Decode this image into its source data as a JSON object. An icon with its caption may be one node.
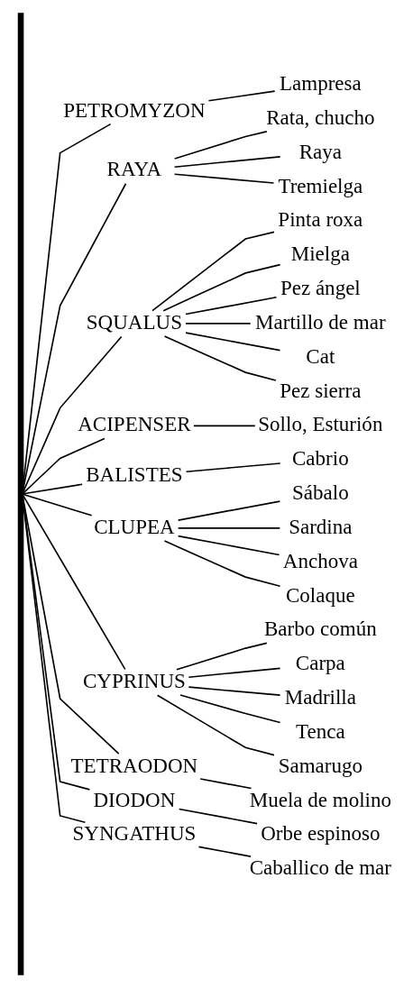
{
  "diagram": {
    "nodes": [
      {
        "text": [],
        "shape": "bar"
      },
      {
        "text": [
          "PETROMYZON"
        ]
      },
      {
        "text": [
          "Lampresa"
        ]
      },
      {
        "text": [
          "RAYA"
        ]
      },
      {
        "text": [
          "Rata, chucho"
        ]
      },
      {
        "text": [
          "Raya"
        ]
      },
      {
        "text": [
          "Tremielga"
        ]
      },
      {
        "text": [
          "SQUALUS"
        ]
      },
      {
        "text": [
          "Pinta roxa"
        ]
      },
      {
        "text": [
          "Mielga"
        ]
      },
      {
        "text": [
          "Pez ángel"
        ]
      },
      {
        "text": [
          "Martillo de mar"
        ]
      },
      {
        "text": [
          "Cat"
        ]
      },
      {
        "text": [
          "Pez sierra"
        ]
      },
      {
        "text": [
          "ACIPENSER"
        ]
      },
      {
        "text": [
          "Sollo, Esturión"
        ]
      },
      {
        "text": [
          "BALISTES"
        ]
      },
      {
        "text": [
          "Cabrio"
        ]
      },
      {
        "text": [
          "CLUPEA"
        ]
      },
      {
        "text": [
          "Sábalo"
        ]
      },
      {
        "text": [
          "Sardina"
        ]
      },
      {
        "text": [
          "Anchova"
        ]
      },
      {
        "text": [
          "Colaque"
        ]
      },
      {
        "text": [
          "CYPRINUS"
        ]
      },
      {
        "text": [
          "Barbo común"
        ]
      },
      {
        "text": [
          "Carpa"
        ]
      },
      {
        "text": [
          "Madrilla"
        ]
      },
      {
        "text": [
          "Tenca"
        ]
      },
      {
        "text": [
          "Samarugo"
        ]
      },
      {
        "text": [
          "TETRAODON"
        ]
      },
      {
        "text": [
          "Muela de molino"
        ]
      },
      {
        "text": [
          "DIODON"
        ]
      },
      {
        "text": [
          "Orbe espinoso"
        ]
      },
      {
        "text": [
          "SYNGATHUS"
        ]
      },
      {
        "text": [
          "Caballico de mar"
        ]
      }
    ],
    "edges": [
      {
        "from": 0,
        "to": 1,
        "arrow": "none"
      },
      {
        "from": 1,
        "to": 2,
        "arrow": "none"
      },
      {
        "from": 0,
        "to": 3,
        "arrow": "none"
      },
      {
        "from": 3,
        "to": 4,
        "arrow": "none"
      },
      {
        "from": 3,
        "to": 5,
        "arrow": "none"
      },
      {
        "from": 3,
        "to": 6,
        "arrow": "none"
      },
      {
        "from": 0,
        "to": 7,
        "arrow": "none"
      },
      {
        "from": 7,
        "to": 8,
        "arrow": "none"
      },
      {
        "from": 7,
        "to": 9,
        "arrow": "none"
      },
      {
        "from": 7,
        "to": 10,
        "arrow": "none"
      },
      {
        "from": 7,
        "to": 11,
        "arrow": "none"
      },
      {
        "from": 7,
        "to": 12,
        "arrow": "none"
      },
      {
        "from": 7,
        "to": 13,
        "arrow": "none"
      },
      {
        "from": 0,
        "to": 14,
        "arrow": "none"
      },
      {
        "from": 14,
        "to": 15,
        "arrow": "none"
      },
      {
        "from": 0,
        "to": 16,
        "arrow": "none"
      },
      {
        "from": 16,
        "to": 17,
        "arrow": "none"
      },
      {
        "from": 0,
        "to": 18,
        "arrow": "none"
      },
      {
        "from": 18,
        "to": 19,
        "arrow": "none"
      },
      {
        "from": 18,
        "to": 20,
        "arrow": "none"
      },
      {
        "from": 18,
        "to": 21,
        "arrow": "none"
      },
      {
        "from": 18,
        "to": 22,
        "arrow": "none"
      },
      {
        "from": 0,
        "to": 23,
        "arrow": "none"
      },
      {
        "from": 23,
        "to": 24,
        "arrow": "none"
      },
      {
        "from": 23,
        "to": 25,
        "arrow": "none"
      },
      {
        "from": 23,
        "to": 26,
        "arrow": "none"
      },
      {
        "from": 23,
        "to": 27,
        "arrow": "none"
      },
      {
        "from": 23,
        "to": 28,
        "arrow": "none"
      },
      {
        "from": 0,
        "to": 29,
        "arrow": "none"
      },
      {
        "from": 29,
        "to": 30,
        "arrow": "none"
      },
      {
        "from": 0,
        "to": 31,
        "arrow": "none"
      },
      {
        "from": 31,
        "to": 32,
        "arrow": "none"
      },
      {
        "from": 0,
        "to": 33,
        "arrow": "none"
      },
      {
        "from": 33,
        "to": 34,
        "arrow": "none"
      }
    ]
  }
}
